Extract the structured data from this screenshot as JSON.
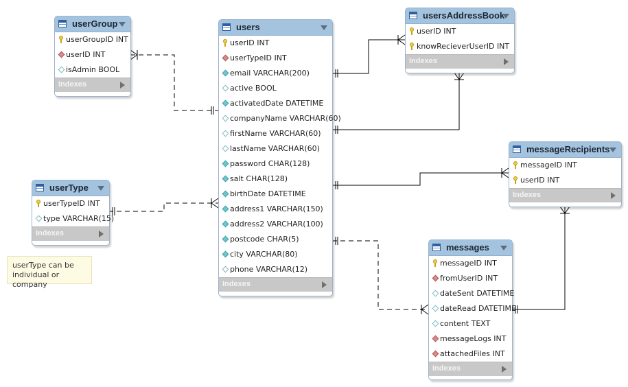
{
  "tables": {
    "userGroup": {
      "name": "userGroup",
      "indexes_label": "Indexes",
      "columns": [
        {
          "text": "userGroupID INT",
          "icon": "primary-key-icon"
        },
        {
          "text": "userID INT",
          "icon": "foreign-key-icon"
        },
        {
          "text": "isAdmin BOOL",
          "icon": "nullable-column-icon"
        }
      ]
    },
    "users": {
      "name": "users",
      "indexes_label": "Indexes",
      "columns": [
        {
          "text": "userID INT",
          "icon": "primary-key-icon"
        },
        {
          "text": "userTypeID INT",
          "icon": "foreign-key-icon"
        },
        {
          "text": "email VARCHAR(200)",
          "icon": "not-null-column-icon"
        },
        {
          "text": "active BOOL",
          "icon": "nullable-column-icon"
        },
        {
          "text": "activatedDate DATETIME",
          "icon": "not-null-column-icon"
        },
        {
          "text": "companyName VARCHAR(60)",
          "icon": "nullable-column-icon"
        },
        {
          "text": "firstName VARCHAR(60)",
          "icon": "nullable-column-icon"
        },
        {
          "text": "lastName VARCHAR(60)",
          "icon": "nullable-column-icon"
        },
        {
          "text": "password CHAR(128)",
          "icon": "not-null-column-icon"
        },
        {
          "text": "salt CHAR(128)",
          "icon": "not-null-column-icon"
        },
        {
          "text": "birthDate DATETIME",
          "icon": "not-null-column-icon"
        },
        {
          "text": "address1 VARCHAR(150)",
          "icon": "not-null-column-icon"
        },
        {
          "text": "address2 VARCHAR(100)",
          "icon": "not-null-column-icon"
        },
        {
          "text": "postcode CHAR(5)",
          "icon": "not-null-column-icon"
        },
        {
          "text": "city VARCHAR(80)",
          "icon": "not-null-column-icon"
        },
        {
          "text": "phone VARCHAR(12)",
          "icon": "nullable-column-icon"
        }
      ]
    },
    "usersAddressBook": {
      "name": "usersAddressBook",
      "indexes_label": "Indexes",
      "columns": [
        {
          "text": "userID INT",
          "icon": "primary-key-icon"
        },
        {
          "text": "knowRecieverUserID INT",
          "icon": "primary-key-icon"
        }
      ]
    },
    "userType": {
      "name": "userType",
      "indexes_label": "Indexes",
      "columns": [
        {
          "text": "userTypeID INT",
          "icon": "primary-key-icon"
        },
        {
          "text": "type VARCHAR(15)",
          "icon": "nullable-column-icon"
        }
      ]
    },
    "messageRecipients": {
      "name": "messageRecipients",
      "indexes_label": "Indexes",
      "columns": [
        {
          "text": "messageID INT",
          "icon": "primary-key-icon"
        },
        {
          "text": "userID INT",
          "icon": "primary-key-icon"
        }
      ]
    },
    "messages": {
      "name": "messages",
      "indexes_label": "Indexes",
      "columns": [
        {
          "text": "messageID INT",
          "icon": "primary-key-icon"
        },
        {
          "text": "fromUserID INT",
          "icon": "foreign-key-icon"
        },
        {
          "text": "dateSent DATETIME",
          "icon": "nullable-column-icon"
        },
        {
          "text": "dateRead DATETIME",
          "icon": "nullable-column-icon"
        },
        {
          "text": "content TEXT",
          "icon": "nullable-column-icon"
        },
        {
          "text": "messageLogs INT",
          "icon": "foreign-key-icon"
        },
        {
          "text": "attachedFiles INT",
          "icon": "foreign-key-icon"
        }
      ]
    }
  },
  "note": {
    "lines": [
      "userType can be",
      "individual or company"
    ]
  },
  "colors": {
    "header": "#a4c3de",
    "indexes_bar": "#c8c8c8",
    "connector": "#000000",
    "note_bg": "#fdfbe4"
  }
}
